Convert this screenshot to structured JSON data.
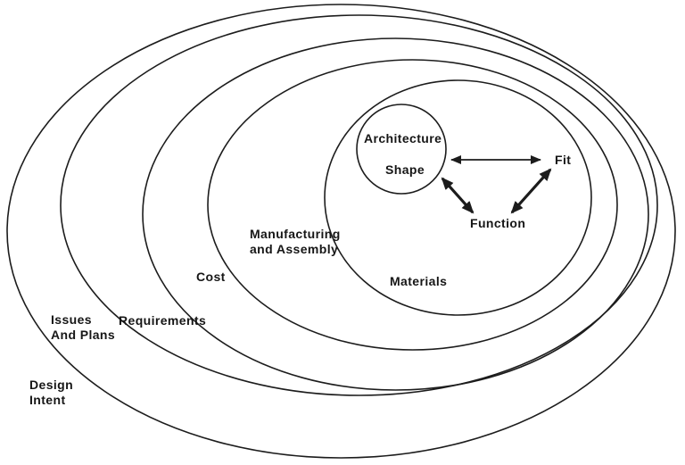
{
  "diagram_type": "nested-ellipse-design-model",
  "colors": {
    "background": "#ffffff",
    "line": "#1c1c1c",
    "text": "#161616"
  },
  "rings": {
    "design_intent": {
      "line1": "Design",
      "line2": "Intent"
    },
    "issues_and_plans": {
      "line1": "Issues",
      "line2": "And Plans"
    },
    "requirements": {
      "label": "Requirements"
    },
    "cost": {
      "label": "Cost"
    },
    "manufacturing_and_assembly": {
      "line1": "Manufacturing",
      "line2": "and Assembly"
    },
    "materials": {
      "label": "Materials"
    }
  },
  "core": {
    "architecture": "Architecture",
    "shape": "Shape"
  },
  "nodes": {
    "fit": "Fit",
    "function": "Function"
  },
  "relations": [
    "Shape-Fit",
    "Shape-Function",
    "Fit-Function"
  ]
}
